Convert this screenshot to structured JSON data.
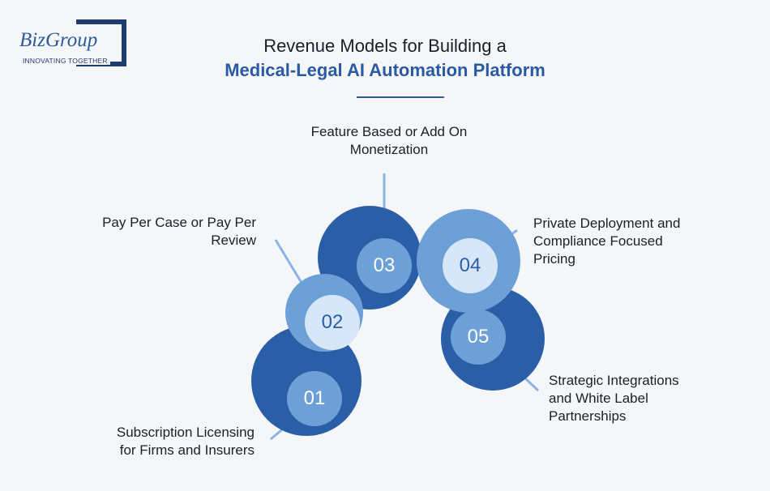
{
  "brand": {
    "name": "BizGroup",
    "tagline": "INNOVATING TOGETHER"
  },
  "title": {
    "line1": "Revenue Models for Building a",
    "line2": "Medical-Legal AI Automation Platform"
  },
  "steps": [
    {
      "number": "01",
      "label_lines": [
        "Subscription Licensing",
        "for Firms and Insurers"
      ]
    },
    {
      "number": "02",
      "label_lines": [
        "Pay Per Case or Pay Per",
        "Review"
      ]
    },
    {
      "number": "03",
      "label_lines": [
        "Feature Based or Add On",
        "Monetization"
      ]
    },
    {
      "number": "04",
      "label_lines": [
        "Private Deployment and",
        "Compliance Focused",
        "Pricing"
      ]
    },
    {
      "number": "05",
      "label_lines": [
        "Strategic Integrations",
        "and White Label",
        "Partnerships"
      ]
    }
  ],
  "colors": {
    "dark_blue": "#2a5ea6",
    "mid_blue": "#6ea0d8",
    "light_blue": "#d8e7f7",
    "title_blue": "#2a5aa2"
  }
}
